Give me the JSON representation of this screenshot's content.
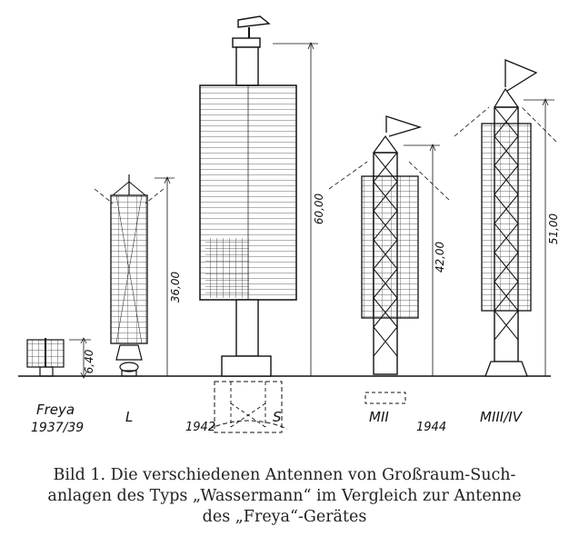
{
  "antennas": [
    {
      "label": "Freya",
      "sublabel": "1937/39",
      "height": "6,40"
    },
    {
      "label": "L",
      "height": "36,00"
    },
    {
      "label": "S",
      "height": "60,00"
    },
    {
      "label": "MII",
      "height": "42,00"
    },
    {
      "label": "MIII/IV",
      "height": "51,00"
    }
  ],
  "years": {
    "s": "1942",
    "m": "1944"
  },
  "caption": {
    "line1": "Bild 1. Die verschiedenen Antennen von Großraum-Such-",
    "line2": "anlagen des Typs „Wassermann“ im Vergleich zur Antenne",
    "line3": "des „Freya“-Gerätes"
  }
}
